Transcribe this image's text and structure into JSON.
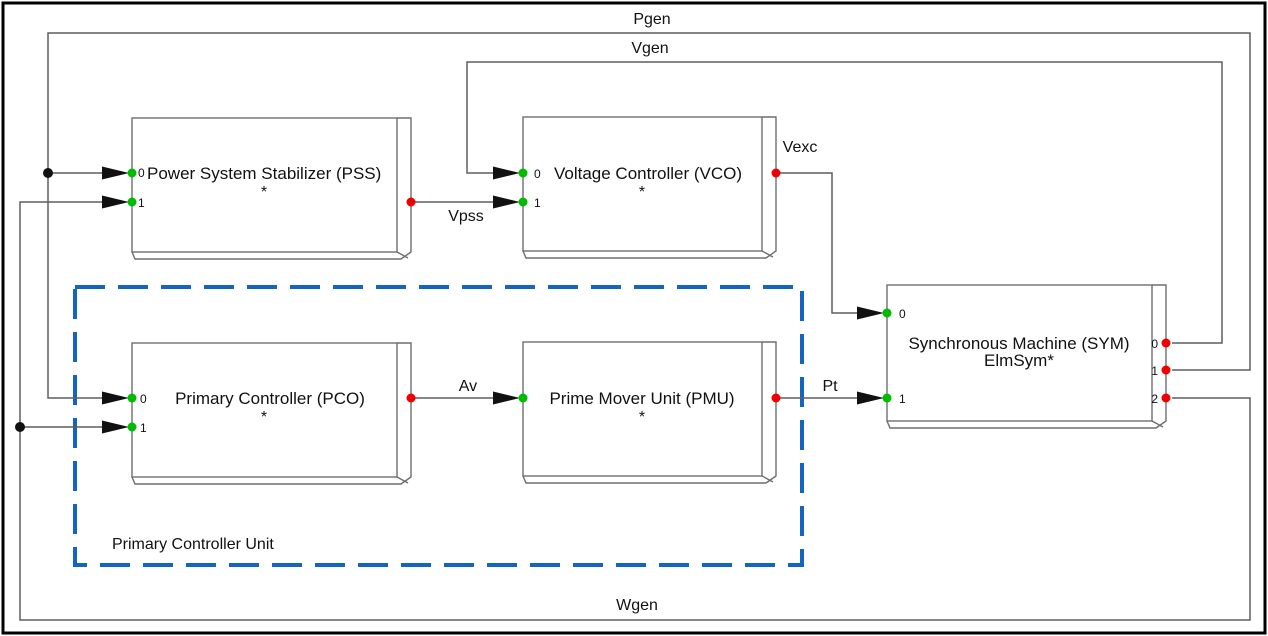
{
  "signals": {
    "pgen": "Pgen",
    "vgen": "Vgen",
    "wgen": "Wgen",
    "vpss": "Vpss",
    "vexc": "Vexc",
    "av": "Av",
    "pt": "Pt"
  },
  "blocks": {
    "pss": {
      "title": "Power System Stabilizer (PSS)",
      "subtitle": "*",
      "in0": "0",
      "in1": "1"
    },
    "vco": {
      "title": "Voltage Controller (VCO)",
      "subtitle": "*",
      "in0": "0",
      "in1": "1"
    },
    "pco": {
      "title": "Primary Controller (PCO)",
      "subtitle": "*",
      "in0": "0",
      "in1": "1"
    },
    "pmu": {
      "title": "Prime Mover Unit (PMU)",
      "subtitle": "*"
    },
    "sym": {
      "title": "Synchronous Machine (SYM)",
      "subtitle": "ElmSym*",
      "in0": "0",
      "in1": "1",
      "out0": "0",
      "out1": "1",
      "out2": "2"
    }
  },
  "group": {
    "label": "Primary Controller Unit"
  },
  "colors": {
    "port_in": "#00bb00",
    "port_out": "#ee0000",
    "group": "#1565c0",
    "group_text": "#1565c0",
    "wire": "#5f5f5f",
    "ink": "#111111"
  }
}
